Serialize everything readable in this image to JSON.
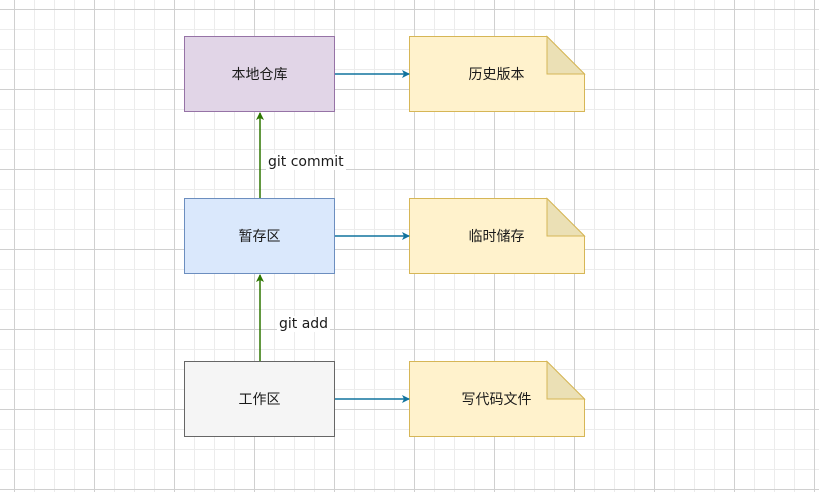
{
  "nodes": {
    "local_repo": "本地仓库",
    "staging_area": "暂存区",
    "working_dir": "工作区"
  },
  "notes": {
    "history": "历史版本",
    "temp_storage": "临时储存",
    "write_files": "写代码文件"
  },
  "edges": {
    "commit_label": "git commit",
    "add_label": "git add"
  },
  "colors": {
    "repo_fill": "#e1d5e7",
    "repo_stroke": "#9673a6",
    "stage_fill": "#dae8fc",
    "stage_stroke": "#6c8ebf",
    "work_fill": "#f5f5f5",
    "work_stroke": "#666666",
    "note_fill": "#fff2cc",
    "note_stroke": "#d6b656",
    "fold_fill": "#ebe0b5",
    "green_arrow": "#2d7600",
    "blue_arrow": "#10739e"
  }
}
